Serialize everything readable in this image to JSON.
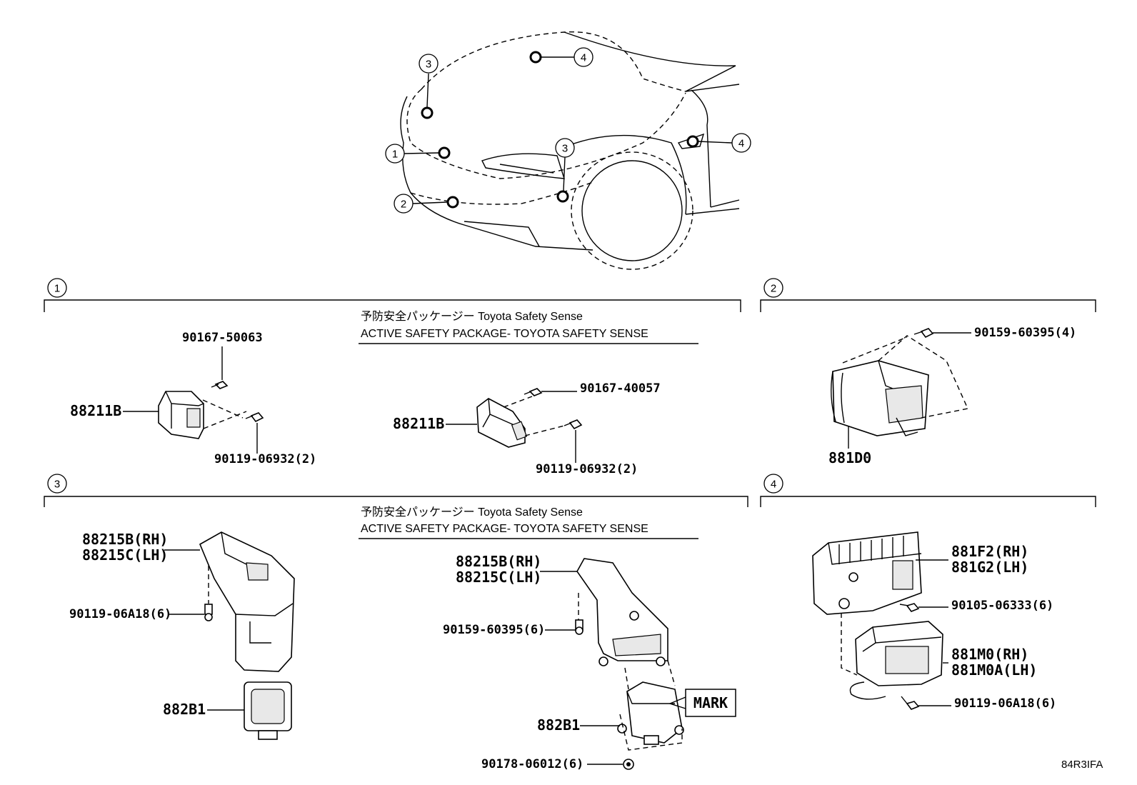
{
  "callouts": {
    "c1": "1",
    "c2": "2",
    "c3": "3",
    "c4": "4"
  },
  "sections": {
    "s1": {
      "marker": "1",
      "caption_jp": "予防安全パッケージー Toyota Safety Sense",
      "caption_en": "ACTIVE SAFETY PACKAGE- TOYOTA SAFETY SENSE",
      "left": {
        "sensor": "88211B",
        "bolt_top": "90167-50063",
        "bolt_side": "90119-06932(2)"
      },
      "right": {
        "sensor": "88211B",
        "bolt_top": "90167-40057",
        "bolt_side": "90119-06932(2)"
      }
    },
    "s2": {
      "marker": "2",
      "sensor": "881D0",
      "bolt": "90159-60395(4)"
    },
    "s3": {
      "marker": "3",
      "caption_jp": "予防安全パッケージー Toyota Safety Sense",
      "caption_en": "ACTIVE SAFETY PACKAGE- TOYOTA SAFETY SENSE",
      "left": {
        "bracket_rh": "88215B(RH)",
        "bracket_lh": "88215C(LH)",
        "bolt": "90119-06A18(6)",
        "sensor": "882B1"
      },
      "right": {
        "bracket_rh": "88215B(RH)",
        "bracket_lh": "88215C(LH)",
        "bolt": "90159-60395(6)",
        "sensor": "882B1",
        "nut": "90178-06012(6)",
        "mark": "MARK"
      }
    },
    "s4": {
      "marker": "4",
      "bracket_rh": "881F2(RH)",
      "bracket_lh": "881G2(LH)",
      "bolt_top": "90105-06333(6)",
      "module_rh": "881M0(RH)",
      "module_lh": "881M0A(LH)",
      "bolt_bottom": "90119-06A18(6)"
    }
  },
  "illustration_code": "84R3IFA"
}
